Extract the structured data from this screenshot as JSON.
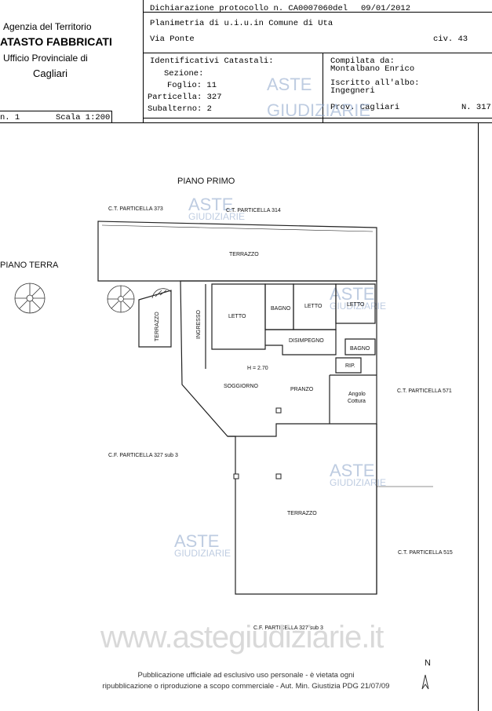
{
  "header": {
    "agency": "Agenzia del Territorio",
    "catasto": "ATASTO FABBRICATI",
    "ufficio": "Ufficio Provinciale di",
    "city": "Cagliari",
    "dichiarazione": "Dichiarazione protocollo n. CA0007060del",
    "date": "09/01/2012",
    "planimetria": "Planimetria di u.i.u.in Comune di Uta",
    "via": "Via Ponte",
    "civico": "civ. 43",
    "identificativi_label": "Identificativi Catastali:",
    "sezione": "Sezione:",
    "foglio": "Foglio: 11",
    "particella": "Particella: 327",
    "subalterno": "Subalterno: 2",
    "compilata_label": "Compilata da:",
    "compilata_value": "Montalbano Enrico",
    "iscritto_label": "Iscritto all'albo:",
    "iscritto_value": "Ingegneri",
    "prov": "Prov. Cagliari",
    "numero": "N. 317",
    "scheda": "n. 1",
    "scala": "Scala 1:200"
  },
  "plan": {
    "piano_primo": "PIANO PRIMO",
    "piano_terra": "PIANO TERRA",
    "ct_373": "C.T. PARTICELLA 373",
    "ct_314": "C.T. PARTICELLA 314",
    "ct_571": "C.T. PARTICELLA 571",
    "ct_515": "C.T. PARTICELLA 515",
    "cf_327_sub3_left": "C.F. PARTICELLA 327 sub 3",
    "cf_327_sub3_bottom": "C.F. PARTICELLA 327 sub 3",
    "rooms": {
      "terrazzo_top": "TERRAZZO",
      "terrazzo_side": "TERRAZZO",
      "ingresso": "INGRESSO",
      "letto1": "LETTO",
      "bagno1": "BAGNO",
      "letto2": "LETTO",
      "letto3": "LETTO",
      "disimpegno": "DISIMPEGNO",
      "bagno2": "BAGNO",
      "rip": "RIP.",
      "height": "H = 2.70",
      "soggiorno": "SOGGIORNO",
      "pranzo": "PRANZO",
      "angolo": "Angolo",
      "cottura": "Cottura",
      "terrazzo_bottom": "TERRAZZO"
    },
    "north": "N"
  },
  "watermark": {
    "main": "ASTE",
    "sub": "GIUDIZIARIE",
    "website": "www.astegiudiziarie.it"
  },
  "footer": {
    "line1": "Pubblicazione ufficiale ad esclusivo uso personale - è vietata ogni",
    "line2": "ripubblicazione o riproduzione a scopo commerciale - Aut. Min. Giustizia PDG 21/07/09"
  }
}
